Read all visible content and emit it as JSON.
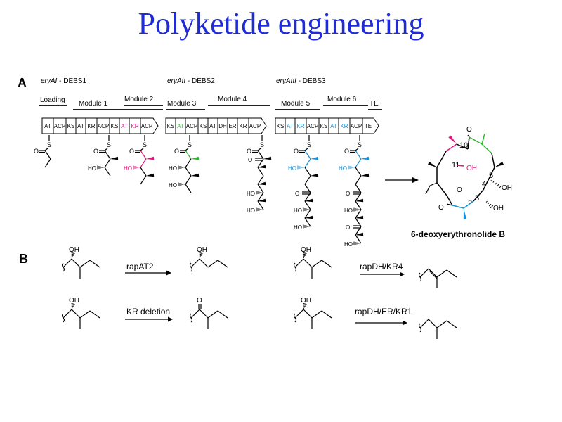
{
  "title": "Polyketide engineering",
  "panelA": {
    "label": "A",
    "genes": [
      {
        "italic": "eryAI",
        "rest": " - DEBS1"
      },
      {
        "italic": "eryAII",
        "rest": " - DEBS2"
      },
      {
        "italic": "eryAIII",
        "rest": " - DEBS3"
      }
    ],
    "modules": [
      "Loading",
      "Module 1",
      "Module 2",
      "Module 3",
      "Module 4",
      "Module 5",
      "Module 6",
      "TE"
    ],
    "domains": [
      "AT",
      "ACP",
      "KS",
      "AT",
      "KR",
      "ACP",
      "KS",
      "AT",
      "KR",
      "ACP",
      "KS",
      "AT",
      "ACP",
      "KS",
      "AT",
      "DH",
      "ER",
      "KR",
      "ACP",
      "KS",
      "AT",
      "KR",
      "ACP",
      "KS",
      "AT",
      "KR",
      "ACP",
      "TE"
    ],
    "product_name": "6-deoxyerythronolide B",
    "ring_numbers": [
      "10",
      "11",
      "5",
      "4",
      "3",
      "2"
    ]
  },
  "panelB": {
    "label": "B",
    "reactions": [
      "rapAT2",
      "rapDH/KR4",
      "KR deletion",
      "rapDH/ER/KR1"
    ]
  },
  "colors": {
    "title": "#1f2bd6",
    "magenta": "#e0157a",
    "green": "#2fb52f",
    "blue": "#1a8fd6"
  }
}
